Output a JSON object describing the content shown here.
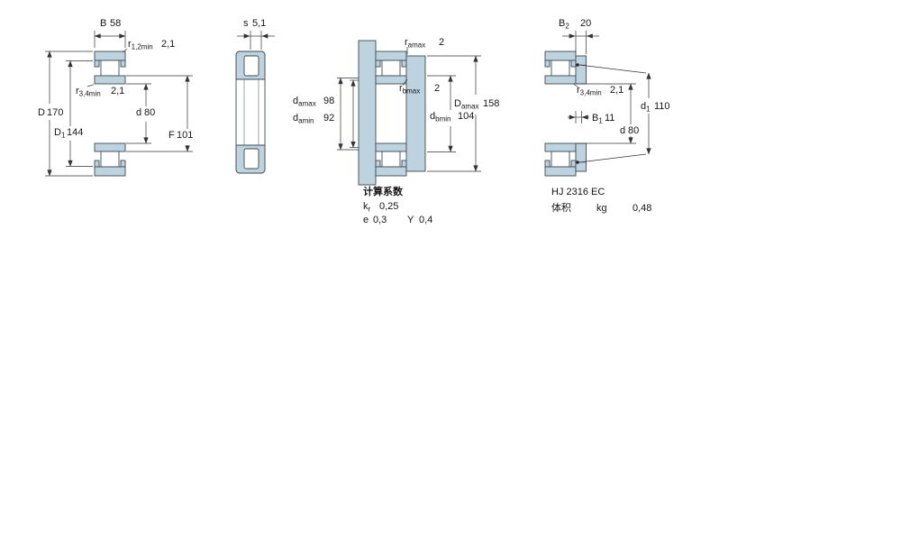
{
  "colors": {
    "ring_fill": "#bdd3df",
    "roller_fill": "#ffffff",
    "outline": "#3f4a52",
    "dimension_lines": "#333333"
  },
  "views": {
    "nu_section": {
      "B": {
        "label": "B",
        "value": "58"
      },
      "r12": {
        "label": "r",
        "sub": "1,2min",
        "value": "2,1"
      },
      "r34": {
        "label": "r",
        "sub": "3,4min",
        "value": "2,1"
      },
      "D": {
        "label": "D",
        "value": "170"
      },
      "D1": {
        "label": "D",
        "sub": "1",
        "value": "144"
      },
      "d": {
        "label": "d",
        "value": "80"
      },
      "F": {
        "label": "F",
        "value": "101"
      }
    },
    "profile": {
      "s": {
        "label": "s",
        "value": "5,1"
      }
    },
    "mounted": {
      "r_amax": {
        "label": "r",
        "sub": "amax",
        "value": "2"
      },
      "r_bmax": {
        "label": "r",
        "sub": "bmax",
        "value": "2"
      },
      "d_amax": {
        "label": "d",
        "sub": "amax",
        "value": "98"
      },
      "d_amin": {
        "label": "d",
        "sub": "amin",
        "value": "92"
      },
      "D_amax": {
        "label": "D",
        "sub": "amax",
        "value": "158"
      },
      "d_bmin": {
        "label": "d",
        "sub": "bmin",
        "value": "104"
      }
    },
    "hj_view": {
      "B2": {
        "label": "B",
        "sub": "2",
        "value": "20"
      },
      "r34": {
        "label": "r",
        "sub": "3,4min",
        "value": "2,1"
      },
      "B1": {
        "label": "B",
        "sub": "1",
        "value": "11"
      },
      "d1": {
        "label": "d",
        "sub": "1",
        "value": "110"
      },
      "d": {
        "label": "d",
        "value": "80"
      }
    }
  },
  "calculation_factors": {
    "title": "计算系数",
    "kr": {
      "label": "k",
      "sub": "r",
      "value": "0,25"
    },
    "e": {
      "label": "e",
      "value": "0,3"
    },
    "Y": {
      "label": "Y",
      "value": "0,4"
    }
  },
  "hj_ring": {
    "designation": "HJ 2316 EC",
    "mass_label": "体积",
    "mass_unit": "kg",
    "mass_value": "0,48"
  }
}
